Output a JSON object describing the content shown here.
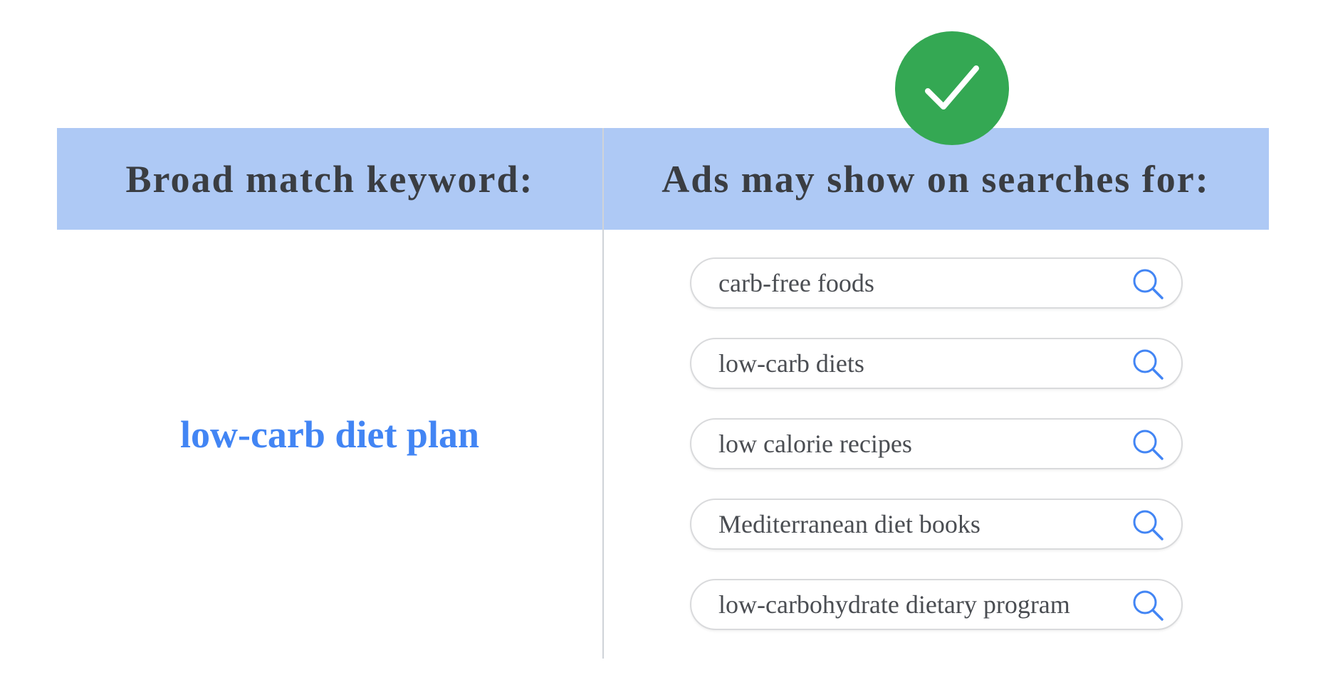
{
  "header": {
    "left_label": "Broad match keyword:",
    "right_label": "Ads may show on searches for:"
  },
  "badge": {
    "icon": "checkmark-icon",
    "color": "#34a853"
  },
  "keyword": {
    "text": "low-carb diet plan",
    "color": "#4285f4"
  },
  "searches": [
    {
      "text": "carb-free foods",
      "icon": "search-icon"
    },
    {
      "text": "low-carb diets",
      "icon": "search-icon"
    },
    {
      "text": "low calorie recipes",
      "icon": "search-icon"
    },
    {
      "text": "Mediterranean diet books",
      "icon": "search-icon"
    },
    {
      "text": "low-carbohydrate dietary program",
      "icon": "search-icon"
    }
  ],
  "colors": {
    "header_band": "#aec9f5",
    "header_text": "#3a3d42",
    "search_icon": "#4285f4"
  }
}
